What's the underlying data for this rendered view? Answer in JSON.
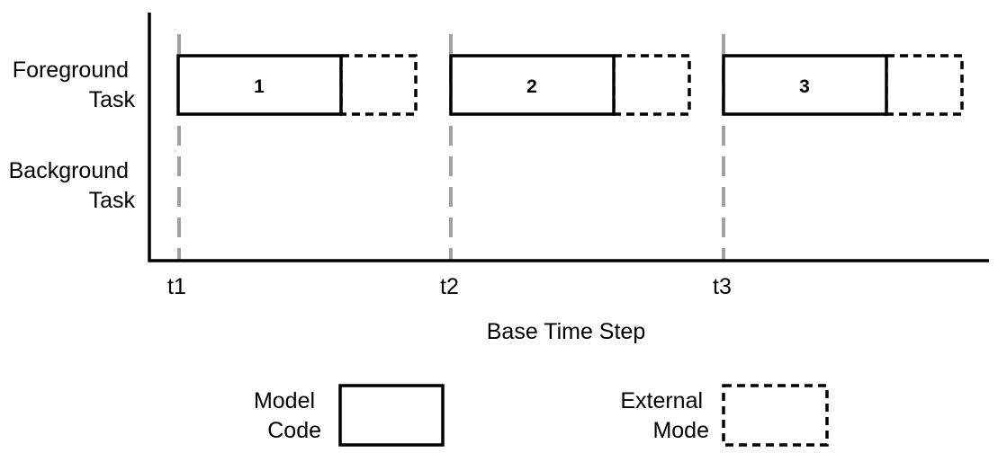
{
  "rows": {
    "foreground": [
      "Foreground",
      "Task"
    ],
    "background": [
      "Background",
      "Task"
    ]
  },
  "time_steps": [
    "t1",
    "t2",
    "t3"
  ],
  "x_axis_title": "Base Time Step",
  "tasks": [
    "1",
    "2",
    "3"
  ],
  "legend": {
    "model_code": [
      "Model",
      "Code"
    ],
    "external_mode": [
      "External",
      "Mode"
    ]
  },
  "colors": {
    "lines": "#000000",
    "time_step_markers": "#a0a0a0"
  }
}
